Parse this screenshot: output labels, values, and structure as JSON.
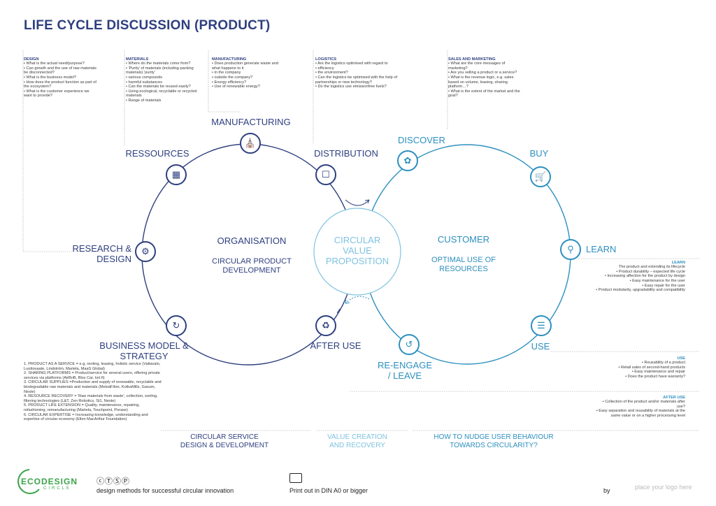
{
  "title": "LIFE CYCLE DISCUSSION (PRODUCT)",
  "notes": {
    "design": {
      "head": "DESIGN",
      "text": "• What is the actual need/purpose?\n• Can growth and the use of raw materials be disconnected?\n• What is the business model?\n• How does the product function as part of the ecosystem?\n• What is the customer experience we want to provide?"
    },
    "materials": {
      "head": "MATERIALS",
      "text": "• Where do the materials come from?\n• 'Purity' of materials (including packing materials) 'purity'\n• various compounds\n• harmful substances\n• Can the materials be reused easily?\n• Using ecological, recyclable or recycled materials\n• Range of materials"
    },
    "manufacturing": {
      "head": "MANUFACTURING",
      "text": "• Does production generate waste and what happens to it\n• in the company\n• outside the company?\n• Energy efficiency?\n• Use of renewable energy?"
    },
    "logistics": {
      "head": "LOGISTICS",
      "text": "• Are the logistics optimised with regard to\n• efficiency\n• the environment?\n• Can the logistics be optimised with the help of partnerships or new technology?\n• Do the logistics use emissionfree fuels?"
    },
    "sales": {
      "head": "SALES AND MARKETING",
      "text": "• What are the core messages of marketing?\n• Are you selling a product or a service?\n• What is the revenue logic, e.g. sales based on volume, leasing, sharing platform…?\n• What is the extent of the market and the goal?"
    }
  },
  "stages": {
    "manufacturing": "MANUFACTURING",
    "ressources": "RESSOURCES",
    "distribution": "DISTRIBUTION",
    "research": "RESEARCH &\nDESIGN",
    "business": "BUSINESS MODEL &\nSTRATEGY",
    "afteruse": "AFTER USE",
    "discover": "DISCOVER",
    "buy": "BUY",
    "learn": "LEARN",
    "use": "USE",
    "reengage": "RE-ENGAGE\n/ LEAVE"
  },
  "center": {
    "organisation": "ORGANISATION",
    "org_sub": "CIRCULAR PRODUCT\nDEVELOPMENT",
    "cvp": "CIRCULAR\nVALUE\nPROPOSITION",
    "customer": "CUSTOMER",
    "cust_sub": "OPTIMAL USE OF\nRESOURCES"
  },
  "right_notes": {
    "learn": {
      "head": "LEARN",
      "text": "The product and extending its lifecycle\n• Product durability – expected life cycle\n• Increasing affection for the product by design\n• Easy maintenance for the user\n• Easy repair for the user\n• Product modularity, upgradability and compatibility"
    },
    "use": {
      "head": "USE",
      "text": "• Reusability of a product\n• Retail sales of second-hand products\n• Easy maintenance and repair\n• Does the product have warranty?"
    },
    "afteruse": {
      "head": "AFTER USE",
      "text": "• Collection of the product and/or materials after use?\n• Easy separation and reusability of materials at the same value or on a higher processing level"
    }
  },
  "business_list": "1. PRODUCT AS A SERVICE = e.g. renting, leasing, holistic service (Valtavalo, Luottovaate, Lindström, Martela, MaaS Global)\n2. SHARING PLATFORMS = Product/service for several users, offering private services via platforms (AirBnB, Blox Car, lori.fi)\n3. CIRCULAR SUPPLIES =Production and supply of renewable, recyclable and biodegradable raw materials and materials (MetsäFibre, KotkaMills, Gasum, Neste)\n4. RESOURCE RECOVERY = 'Raw materials from waste', collection, sorting, filtering technologies (L&T, Zen Robotics, St1, Neste)\n5. PRODUCT LIFE EXTENSION = Quality, maintenance, repairing, refashioning, remanufacturing (Martela, Touchpoint, Porase)\n6. CIRCULAR EXPERTISE = Increasing knowledge, understanding and expertise of circular economy (Ellen MacArthur Foundation)",
  "bottom": {
    "left": "CIRCULAR SERVICE\nDESIGN & DEVELOPMENT",
    "mid": "VALUE CREATION\nAND RECOVERY",
    "right": "HOW TO NUDGE USER BEHAVIOUR\nTOWARDS CIRCULARITY?"
  },
  "footer": {
    "logo_word": "ECODESIGN",
    "logo_sub": "CIRCLE",
    "tagline": "design methods for successful circular innovation",
    "print": "Print out in DIN A0 or bigger",
    "by": "by",
    "logo_placeholder": "place your logo here"
  },
  "colors": {
    "dark": "#2e3f7f",
    "light": "#2c8fbf",
    "green": "#3aa44a"
  }
}
